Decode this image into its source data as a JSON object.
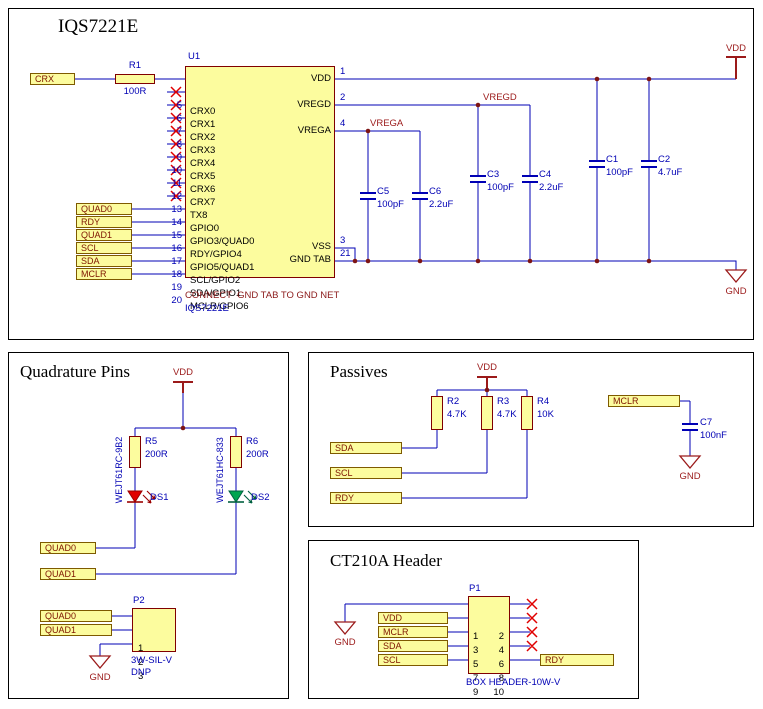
{
  "sections": {
    "main": {
      "title": "IQS7221E"
    },
    "quad": {
      "title": "Quadrature Pins"
    },
    "passives": {
      "title": "Passives"
    },
    "header": {
      "title": "CT210A Header"
    }
  },
  "u1": {
    "designator": "U1",
    "left_pins": [
      {
        "num": "5",
        "name": "CRX0"
      },
      {
        "num": "6",
        "name": "CRX1"
      },
      {
        "num": "7",
        "name": "CRX2"
      },
      {
        "num": "8",
        "name": "CRX3"
      },
      {
        "num": "9",
        "name": "CRX4"
      },
      {
        "num": "10",
        "name": "CRX5"
      },
      {
        "num": "11",
        "name": "CRX6"
      },
      {
        "num": "12",
        "name": "CRX7"
      },
      {
        "num": "13",
        "name": "TX8"
      },
      {
        "num": "14",
        "name": "GPIO0"
      },
      {
        "num": "15",
        "name": "GPIO3/QUAD0"
      },
      {
        "num": "16",
        "name": "RDY/GPIO4"
      },
      {
        "num": "17",
        "name": "GPIO5/QUAD1"
      },
      {
        "num": "18",
        "name": "SCL/GPIO2"
      },
      {
        "num": "19",
        "name": "SDA/GPIO1"
      },
      {
        "num": "20",
        "name": "MCLR/GPIO6"
      }
    ],
    "right_pins": [
      {
        "num": "1",
        "name": "VDD"
      },
      {
        "num": "2",
        "name": "VREGD"
      },
      {
        "num": "4",
        "name": "VREGA"
      },
      {
        "num": "3",
        "name": "VSS"
      },
      {
        "num": "21",
        "name": "GND TAB"
      }
    ],
    "note1": "CONNECT  GND TAB TO GND NET",
    "note2": "IQS7221E"
  },
  "resistors": {
    "r1": {
      "ref": "R1",
      "value": "100R"
    },
    "r2": {
      "ref": "R2",
      "value": "4.7K"
    },
    "r3": {
      "ref": "R3",
      "value": "4.7K"
    },
    "r4": {
      "ref": "R4",
      "value": "10K"
    },
    "r5": {
      "ref": "R5",
      "value": "200R"
    },
    "r6": {
      "ref": "R6",
      "value": "200R"
    }
  },
  "capacitors": {
    "c1": {
      "ref": "C1",
      "value": "100pF"
    },
    "c2": {
      "ref": "C2",
      "value": "4.7uF"
    },
    "c3": {
      "ref": "C3",
      "value": "100pF"
    },
    "c4": {
      "ref": "C4",
      "value": "2.2uF"
    },
    "c5": {
      "ref": "C5",
      "value": "100pF"
    },
    "c6": {
      "ref": "C6",
      "value": "2.2uF"
    },
    "c7": {
      "ref": "C7",
      "value": "100nF"
    }
  },
  "leds": {
    "ds1": {
      "ref": "DS1",
      "part": "WEJT61RC-9B2"
    },
    "ds2": {
      "ref": "DS2",
      "part": "WEJT61HC-833"
    }
  },
  "connectors": {
    "p1": {
      "ref": "P1",
      "left_pins": [
        "1",
        "3",
        "5",
        "7",
        "9"
      ],
      "right_pins": [
        "2",
        "4",
        "6",
        "8",
        "10"
      ],
      "type": "BOX HEADER-10W-V"
    },
    "p2": {
      "ref": "P2",
      "pins": [
        "1",
        "2",
        "3"
      ],
      "type": "3W-SIL-V",
      "note": "DNP"
    }
  },
  "nets": {
    "crx": "CRX",
    "vdd": "VDD",
    "gnd": "GND",
    "vregd": "VREGD",
    "vrega": "VREGA",
    "quad0": "QUAD0",
    "quad1": "QUAD1",
    "rdy": "RDY",
    "scl": "SCL",
    "sda": "SDA",
    "mclr": "MCLR"
  },
  "colors": {
    "wire": "#0000b4",
    "component_fill": "#fcfc9e",
    "component_border": "#800000",
    "power": "#9b1a1a",
    "no_erc": "#e00000",
    "designator_text": "#0000b4",
    "led_red": "#e00000",
    "led_green": "#00a550"
  }
}
